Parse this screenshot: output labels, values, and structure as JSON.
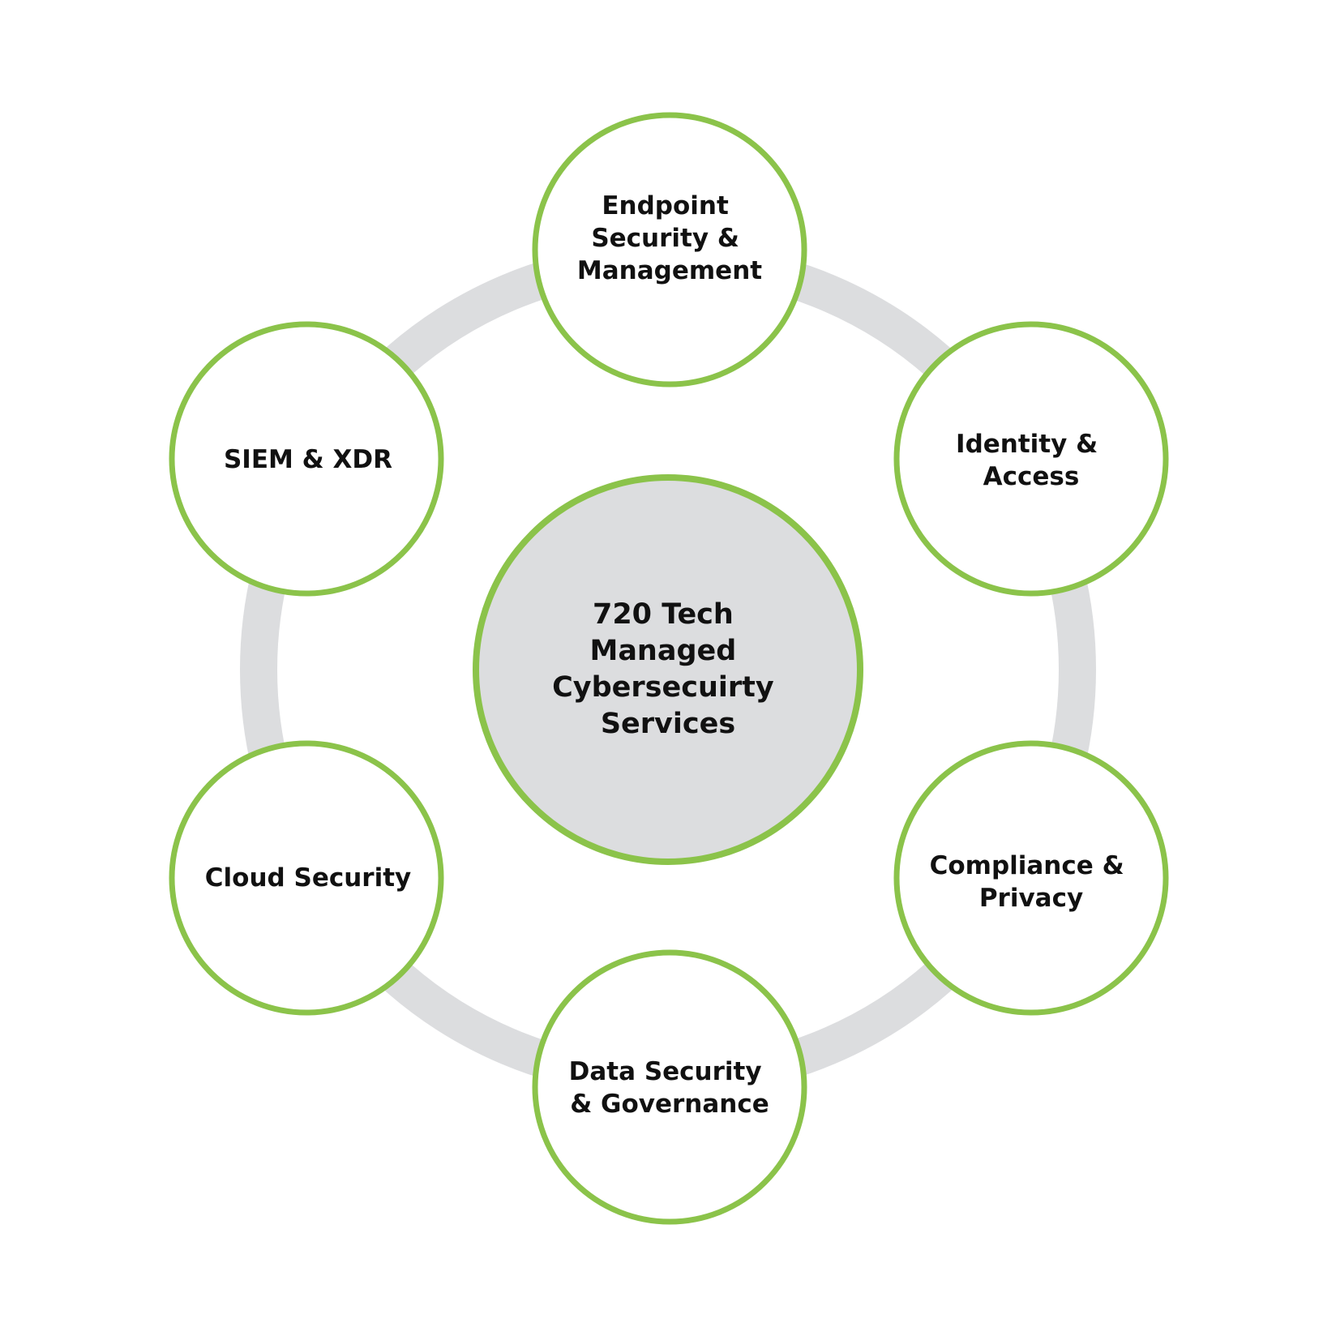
{
  "colors": {
    "ring": "#dcdddf",
    "node_border": "#8bc34a",
    "node_fill": "#ffffff",
    "center_fill": "#dcdddf",
    "text": "#111111"
  },
  "center": {
    "lines": [
      "720 Tech",
      "Managed",
      "Cybersecuirty",
      "Services"
    ]
  },
  "nodes": [
    {
      "id": "endpoint",
      "lines": [
        "Endpoint",
        "Security &",
        "Management"
      ]
    },
    {
      "id": "identity",
      "lines": [
        "Identity &",
        "Access"
      ]
    },
    {
      "id": "compliance",
      "lines": [
        "Compliance &",
        "Privacy"
      ]
    },
    {
      "id": "data-security",
      "lines": [
        "Data Security",
        "& Governance"
      ]
    },
    {
      "id": "cloud",
      "lines": [
        "Cloud Security"
      ]
    },
    {
      "id": "siem",
      "lines": [
        "SIEM & XDR"
      ]
    }
  ]
}
